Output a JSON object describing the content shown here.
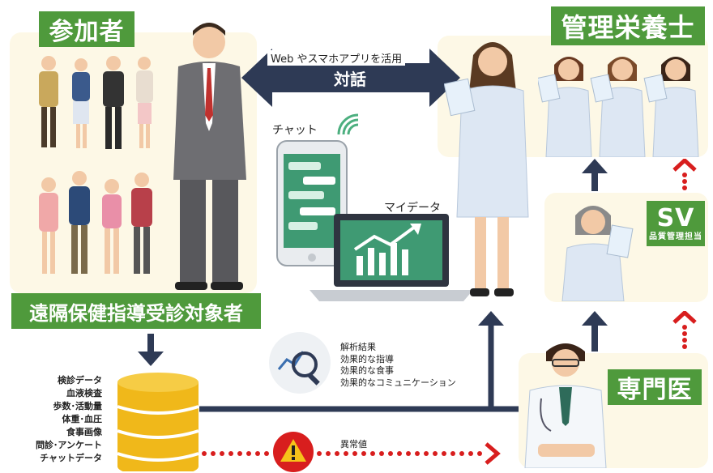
{
  "participants": {
    "title": "参加者",
    "subtitle": "遠隔保健指導受診対象者"
  },
  "dietitians": {
    "title": "管理栄養士"
  },
  "sv": {
    "title": "SV",
    "subtitle": "品質管理担当"
  },
  "specialist": {
    "title": "専門医"
  },
  "dialogue": {
    "top": "Web やスマホアプリを活用",
    "main": "対話"
  },
  "chat_label": "チャット",
  "mydata_label": "マイデータ",
  "analysis": {
    "items": [
      "解析結果",
      "効果的な指導",
      "効果的な食事",
      "効果的なコミュニケーション"
    ]
  },
  "database": {
    "items": [
      "検診データ",
      "血液検査",
      "歩数･活動量",
      "体重･血圧",
      "食事画像",
      "問診･アンケート",
      "チャットデータ"
    ]
  },
  "abnormal_label": "異常値",
  "colors": {
    "green": "#4f9a3c",
    "navy": "#2e3a55",
    "red": "#d81e1e",
    "panel": "#fdf8e6",
    "gold": "#f0b81a"
  }
}
